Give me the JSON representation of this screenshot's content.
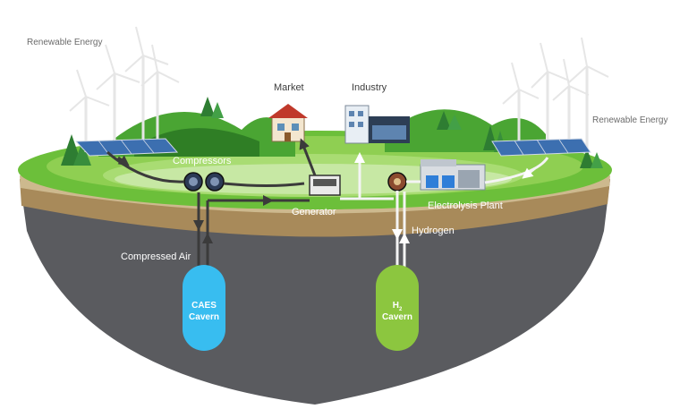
{
  "labels": {
    "renewable_left": "Renewable Energy",
    "renewable_right": "Renewable Energy",
    "market": "Market",
    "industry": "Industry",
    "compressors": "Compressors",
    "generator": "Generator",
    "electrolysis": "Electrolysis Plant",
    "hydrogen": "Hydrogen",
    "compressed_air": "Compressed Air",
    "caes_line1": "CAES",
    "caes_line2": "Cavern",
    "h2_main": "H",
    "h2_sub": "2",
    "h2_line2": "Cavern"
  },
  "colors": {
    "grass": "#7ac943",
    "grass_light": "#a8d86e",
    "hill_dark": "#3f9a2c",
    "soil": "#b99a6a",
    "rock": "#595a5e",
    "caes": "#38bdf0",
    "h2": "#8cc63f",
    "pipe_dark": "#3b3b3b",
    "pipe_light": "#f4f4f4"
  }
}
